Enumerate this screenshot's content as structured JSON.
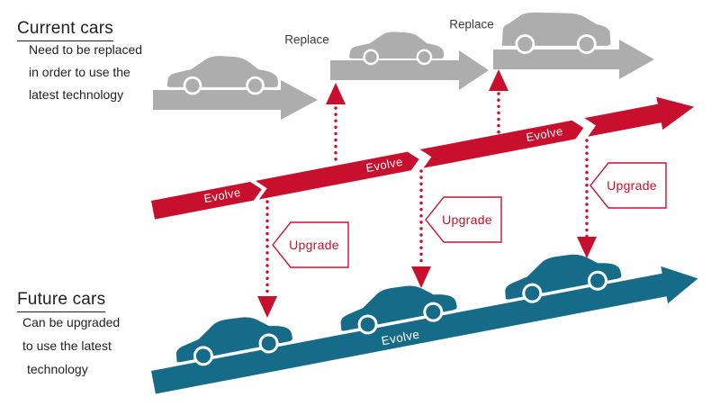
{
  "current_section": {
    "title": "Current cars",
    "lines": [
      "Need to be replaced",
      "in order to use the",
      "latest technology"
    ]
  },
  "future_section": {
    "title": "Future cars",
    "lines": [
      "Can be upgraded",
      "to use the latest",
      "technology"
    ]
  },
  "replace_labels": [
    "Replace",
    "Replace"
  ],
  "evolve_labels": {
    "red": [
      "Evolve",
      "Evolve",
      "Evolve"
    ],
    "teal": "Evolve"
  },
  "upgrade_labels": [
    "Upgrade",
    "Upgrade",
    "Upgrade"
  ],
  "colors": {
    "red": "#C8102E",
    "teal": "#166C88",
    "gray": "#ADADAD",
    "text": "#1F1F1F",
    "muted-text": "#3A3A3A"
  }
}
